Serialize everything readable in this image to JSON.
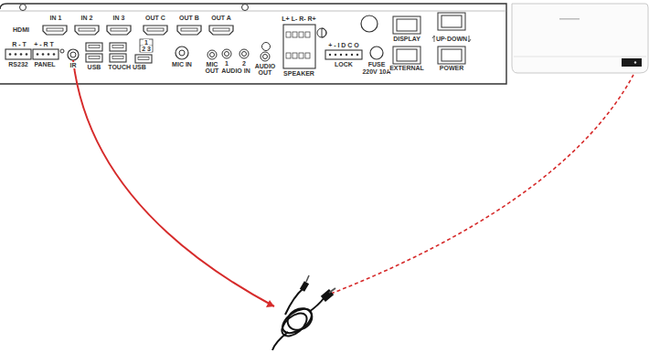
{
  "diagram": {
    "labels": [
      "IN 1",
      "IN 2",
      "IN 3",
      "OUT C",
      "OUT B",
      "OUT A",
      "L+ L- R- R+",
      "HDMI",
      "DISPLAY",
      "UP·DOWN",
      "R - T",
      "+ - R T",
      "1",
      "2 3",
      "+ - I D C O",
      "RS232",
      "PANEL",
      "IR",
      "USB",
      "TOUCH USB",
      "MIC IN",
      "MIC OUT",
      "1",
      "2",
      "AUDIO IN",
      "AUDIO OUT",
      "SPEAKER",
      "LOCK",
      "FUSE",
      "220V 10A",
      "EXTERNAL",
      "POWER"
    ]
  }
}
